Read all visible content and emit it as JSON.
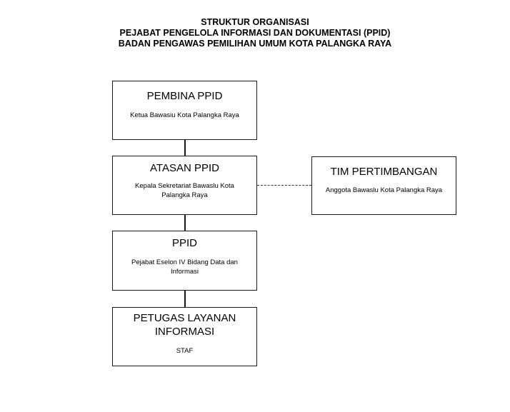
{
  "header": {
    "title_line1": "STRUKTUR ORGANISASI",
    "title_line2": "PEJABAT PENGELOLA INFORMASI DAN DOKUMENTASI (PPID)",
    "title_line3": "BADAN PENGAWAS PEMILIHAN UMUM KOTA PALANGKA RAYA"
  },
  "boxes": {
    "pembina": {
      "title": "PEMBINA PPID",
      "text": "Ketua Bawasiu Kota Palangka Raya"
    },
    "atasan": {
      "title": "ATASAN PPID",
      "text": "Kepala Sekretariat Bawaslu Kota Palangka Raya"
    },
    "tim": {
      "title": "TIM PERTIMBANGAN",
      "text": "Anggota Bawaslu Kota Palangka Raya"
    },
    "ppid": {
      "title": "PPID",
      "text": "Pejabat Eselon IV Bidang Data dan Informasi"
    },
    "petugas": {
      "title": "PETUGAS LAYANAN INFORMASI",
      "text": "STAF"
    }
  },
  "colors": {
    "border": "#1a1a1a",
    "background": "#ffffff",
    "text": "#000000"
  }
}
